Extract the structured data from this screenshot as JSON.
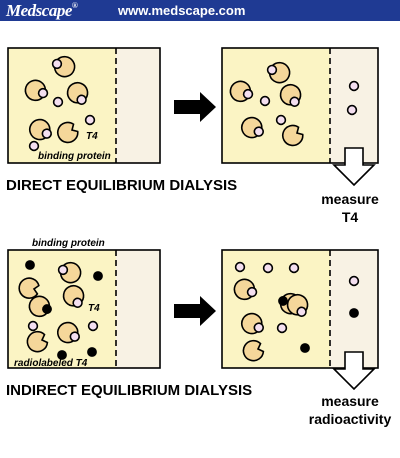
{
  "header": {
    "brand": "Medscape",
    "brand_mark": "®",
    "url": "www.medscape.com",
    "background": "#1f3a93"
  },
  "direct": {
    "title": "DIRECT EQUILIBRIUM DIALYSIS",
    "t4_label": "T4",
    "binding_protein_label": "binding protein",
    "measure_line1": "measure",
    "measure_line2": "T4"
  },
  "indirect": {
    "title": "INDIRECT EQUILIBRIUM DIALYSIS",
    "binding_protein_label": "binding protein",
    "t4_label": "T4",
    "radiolabeled_label": "radiolabeled T4",
    "measure_line1": "measure",
    "measure_line2": "radioactivity"
  },
  "colors": {
    "left_chamber": "#fbf4c4",
    "right_chamber": "#f8f2e4",
    "binding_protein": "#f5d79a",
    "t4": "#f4dff0",
    "radiolabeled_t4": "#000000"
  }
}
